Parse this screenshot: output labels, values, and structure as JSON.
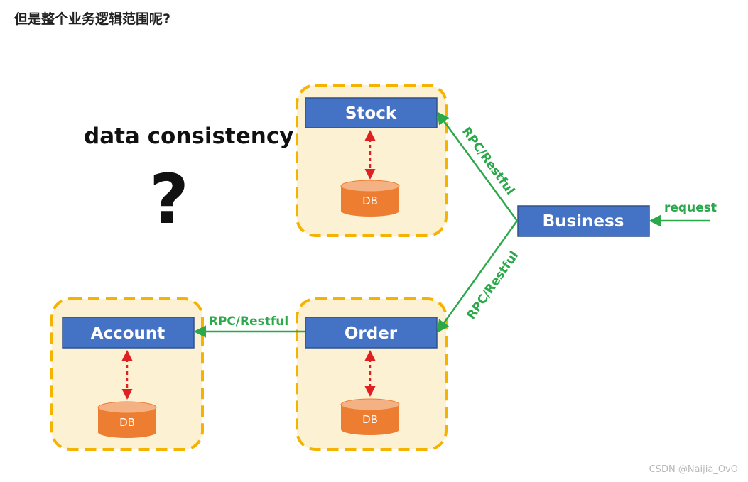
{
  "heading": "但是整个业务逻辑范围呢?",
  "watermark": "CSDN @Naijia_OvO",
  "diagram": {
    "question_text": "data consistency",
    "question_mark": "?",
    "services": {
      "stock": "Stock",
      "business": "Business",
      "order": "Order",
      "account": "Account"
    },
    "db_label": "DB",
    "edges": {
      "business_stock": "RPC/Restful",
      "business_order": "RPC/Restful",
      "order_account": "RPC/Restful",
      "request": "request"
    },
    "colors": {
      "service_fill": "#4472c4",
      "service_stroke": "#2f528f",
      "db_fill": "#ed7d31",
      "db_top": "#f4b183",
      "zone_fill": "#fdf1d3",
      "zone_stroke": "#f5b301",
      "arrow_green": "#2aa84a",
      "db_link_red": "#e02020"
    }
  }
}
